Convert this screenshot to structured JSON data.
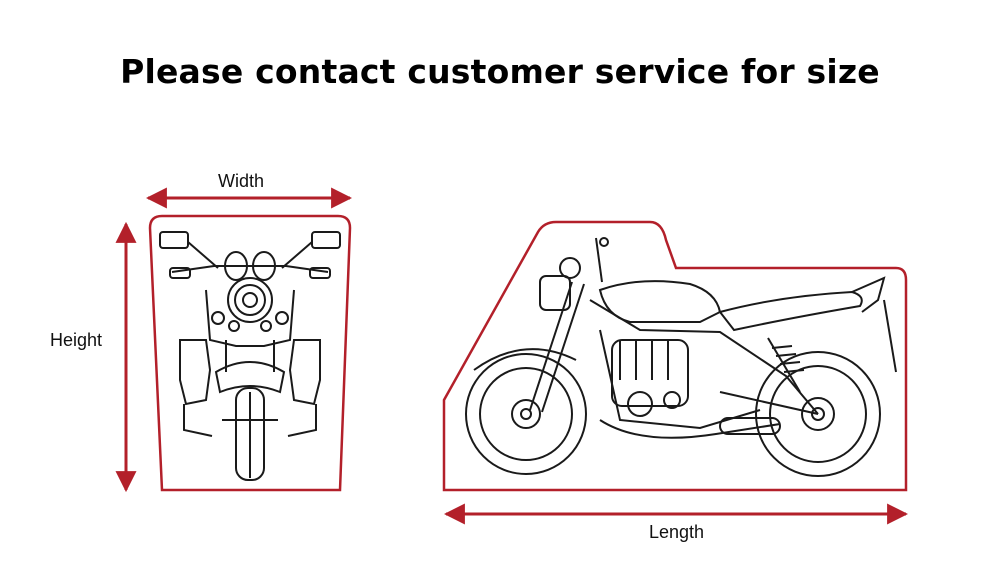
{
  "title": "Please contact customer service for size",
  "labels": {
    "width": "Width",
    "height": "Height",
    "length": "Length"
  },
  "colors": {
    "outline": "#b3202a",
    "drawing": "#1a1a1a",
    "text": "#111111"
  },
  "icons": {
    "front_view": "motorcycle-front-icon",
    "side_view": "motorcycle-side-icon"
  }
}
